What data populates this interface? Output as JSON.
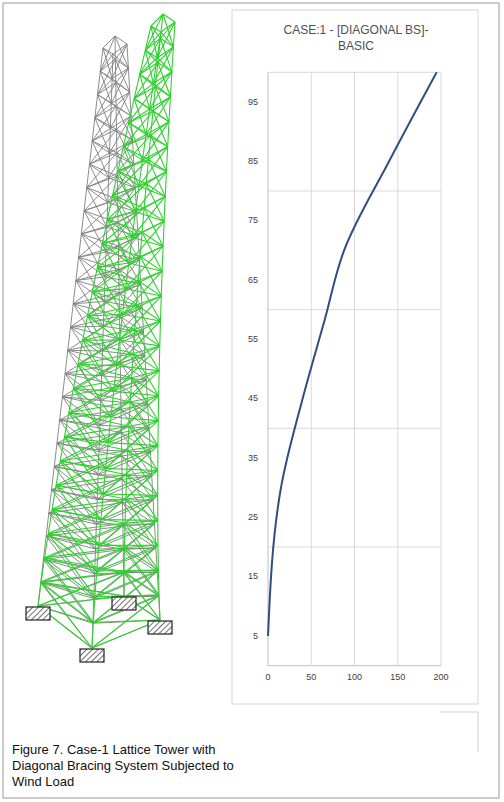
{
  "diagram": {
    "title": "CASE:1 - [DIAGONAL BS]-BASIC",
    "caption": "Figure 7. Case-1 Lattice Tower with Diagonal Bracing System Subjected to Wind Load",
    "labels": [
      "95",
      "85",
      "75",
      "65",
      "55",
      "45",
      "35",
      "25",
      "15",
      "5",
      "0",
      "50",
      "100",
      "150",
      "200"
    ]
  }
}
